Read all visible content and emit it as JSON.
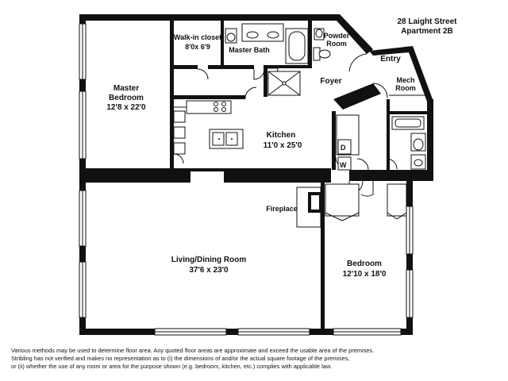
{
  "header": {
    "address": "28 Laight Street",
    "unit": "Apartment 2B"
  },
  "rooms": {
    "master_bedroom": {
      "name_line1": "Master",
      "name_line2": "Bedroom",
      "dims": "12'8 x 22'0"
    },
    "walk_in_closet": {
      "name": "Walk-in closet",
      "dims": "8'0x 6'9"
    },
    "master_bath": {
      "name": "Master Bath"
    },
    "powder_room": {
      "name_line1": "Powder",
      "name_line2": "Room"
    },
    "entry": {
      "name": "Entry"
    },
    "foyer": {
      "name": "Foyer"
    },
    "mech_room": {
      "name_line1": "Mech",
      "name_line2": "Room"
    },
    "kitchen": {
      "name": "Kitchen",
      "dims": "11'0 x 25'0"
    },
    "fireplace": {
      "name": "Fireplace"
    },
    "living_dining": {
      "name": "Living/Dining Room",
      "dims": "37'6 x 23'0"
    },
    "bedroom": {
      "name": "Bedroom",
      "dims": "12'10 x 18'0"
    },
    "washer": {
      "label": "W"
    },
    "dryer": {
      "label": "D"
    }
  },
  "disclaimer": [
    "Various methods may be used to determine floor area.  Any quoted floor areas are approximate and exceed the usable area of the premises.",
    "Stribling has not verified and makes no representation as to (i) the dimensions of and/or the actual square footage of the premises,",
    "or (ii) whether the use of any room or area for the purpose shown (e.g. bedroom, kitchen, etc.) complies with applicable law."
  ]
}
